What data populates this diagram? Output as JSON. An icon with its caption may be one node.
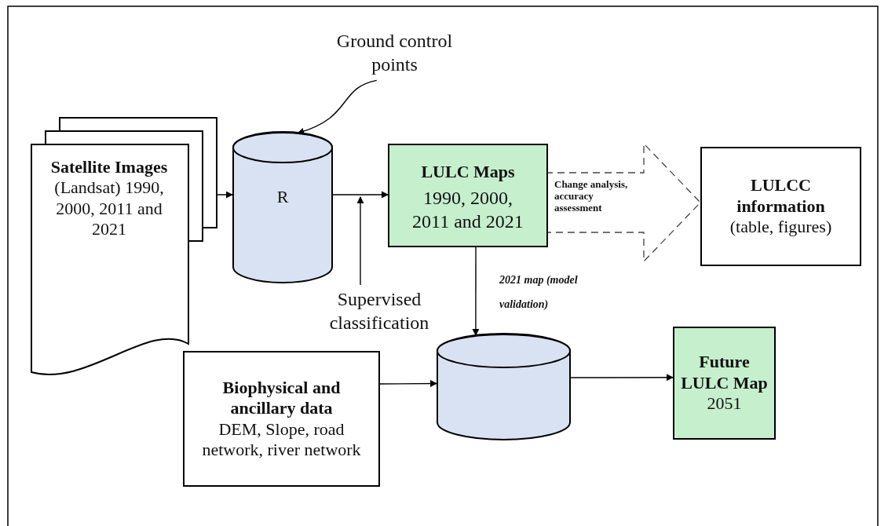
{
  "diagram": {
    "nodes": [
      {
        "text": [
          "Satellite Images",
          "(Landsat) 1990, 2000, 2011 and 2021"
        ]
      },
      {
        "text": [
          "Ground control points"
        ]
      },
      {
        "text": [
          "R"
        ]
      },
      {
        "text": [
          "LULC Maps",
          "1990, 2000, 2011 and 2021"
        ]
      },
      {
        "text": [
          "LULCC information",
          "(table, figures)"
        ]
      },
      {
        "text": [
          "Supervised classification"
        ]
      },
      {
        "text": [
          "Biophysical and ancillary data",
          "DEM, Slope, road network, river network"
        ]
      },
      {
        "text": [],
        "shape": "cylinder"
      },
      {
        "text": [
          "Future LULC Map",
          "2051"
        ]
      }
    ],
    "edges": [
      {
        "from": 0,
        "to": 2,
        "arrow": "to"
      },
      {
        "from": 1,
        "to": 2,
        "arrow": "to"
      },
      {
        "from": 2,
        "to": 3,
        "arrow": "to"
      },
      {
        "from": 5,
        "to": null,
        "arrow": "to"
      },
      {
        "from": 3,
        "to": 4,
        "arrow": "to",
        "label": "Change analysis, accuracy assessment",
        "style": "dashed"
      },
      {
        "from": 3,
        "to": 7,
        "arrow": "to",
        "label": "2021 map (model validation)"
      },
      {
        "from": 6,
        "to": 7,
        "arrow": "to"
      },
      {
        "from": 7,
        "to": 8,
        "arrow": "to"
      }
    ]
  }
}
